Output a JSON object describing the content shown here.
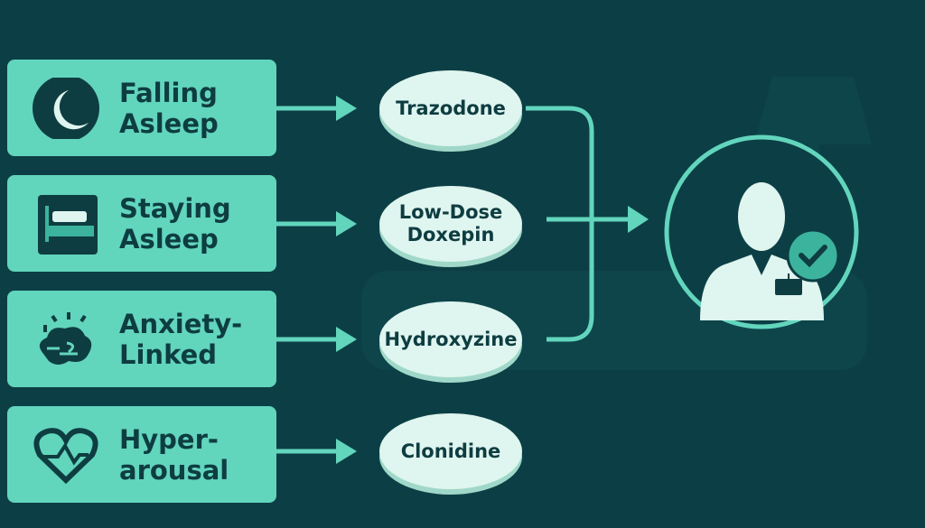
{
  "symptoms": [
    {
      "label": "Falling\nAsleep",
      "icon": "moon-icon"
    },
    {
      "label": "Staying\nAsleep",
      "icon": "bed-icon"
    },
    {
      "label": "Anxiety-\nLinked",
      "icon": "brain-cloud-icon"
    },
    {
      "label": "Hyper-\narousal",
      "icon": "heart-pulse-icon"
    }
  ],
  "medications": [
    {
      "label": "Trazodone"
    },
    {
      "label": "Low-Dose\nDoxepin"
    },
    {
      "label": "Hydroxyzine"
    },
    {
      "label": "Clonidine"
    }
  ],
  "outcome": {
    "icon": "doctor-check-icon"
  },
  "colors": {
    "background": "#0c3f45",
    "accent": "#62d5bd",
    "pill": "#dff5ef",
    "text": "#0e3d41"
  }
}
